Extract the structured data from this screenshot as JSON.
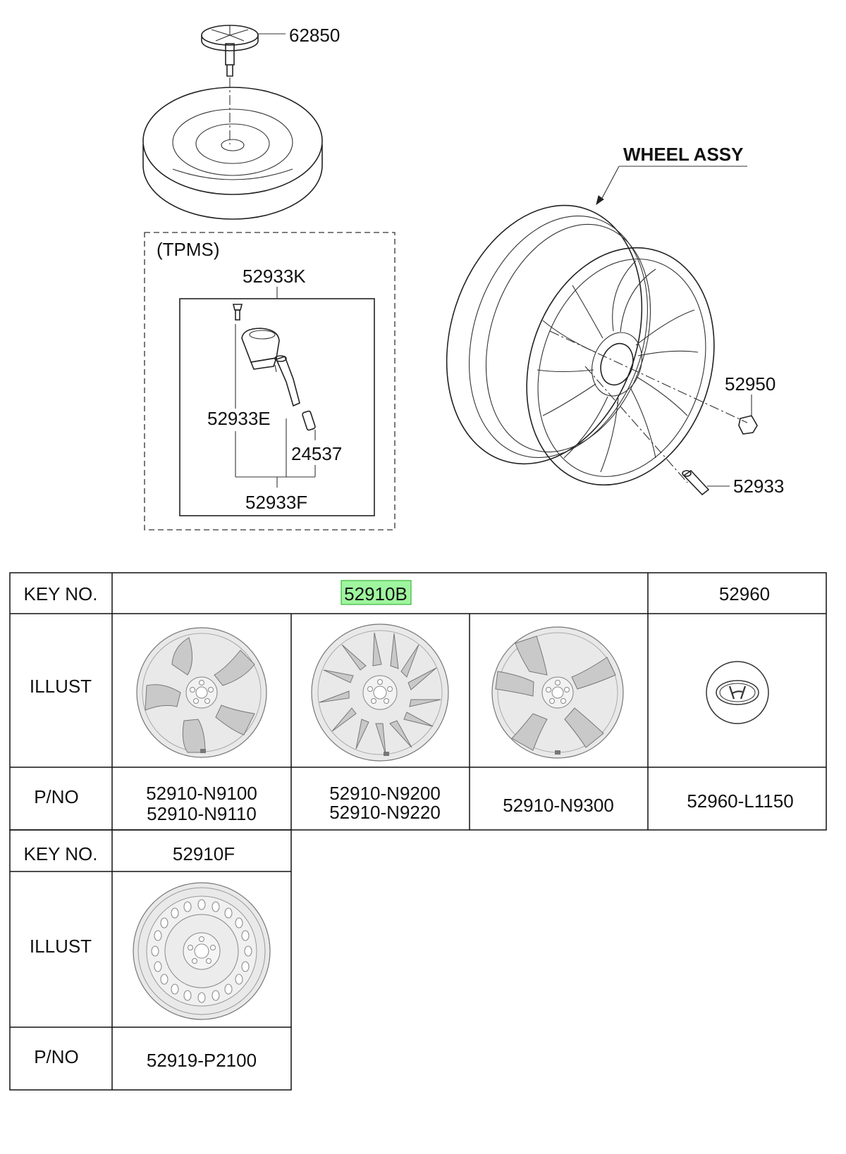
{
  "labels": {
    "cap_part": "62850",
    "wheel_assy": "WHEEL ASSY",
    "tpms": "(TPMS)",
    "tpms_kit": "52933K",
    "tpms_sensor": "52933E",
    "tpms_valve": "24537",
    "tpms_assy": "52933F",
    "lug_nut": "52950",
    "valve_stem": "52933"
  },
  "table1": {
    "key_label": "KEY NO.",
    "illust_label": "ILLUST",
    "pno_label": "P/NO",
    "key_main": "52910B",
    "key_cap": "52960",
    "pno": [
      [
        "52910-N9100",
        "52910-N9110"
      ],
      [
        "52910-N9200",
        "52910-N9220"
      ],
      [
        "52910-N9300"
      ],
      [
        "52960-L1150"
      ]
    ],
    "highlight_color": "#9ef59e"
  },
  "table2": {
    "key_label": "KEY NO.",
    "illust_label": "ILLUST",
    "pno_label": "P/NO",
    "key_spare": "52910F",
    "pno_spare": "52919-P2100"
  },
  "icons": {
    "wheel_1": "alloy-wheel-5-spoke-icon",
    "wheel_2": "alloy-wheel-multi-spoke-icon",
    "wheel_3": "alloy-wheel-blade-icon",
    "cap": "hyundai-center-cap-icon",
    "spare": "steel-spare-wheel-icon"
  }
}
